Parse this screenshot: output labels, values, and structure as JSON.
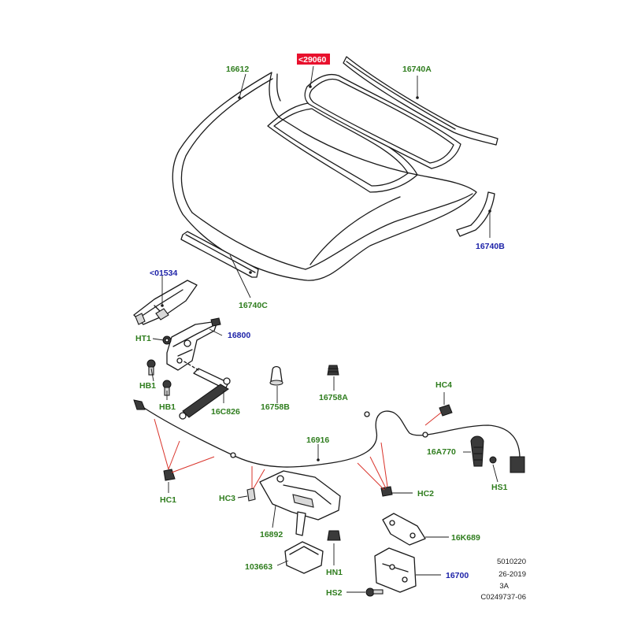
{
  "highlight_color": "#e8112d",
  "green_color": "#2f7d1e",
  "blue_color": "#1d22a8",
  "callouts": {
    "hood": "16612",
    "insulator": "<29060",
    "seal_a": "16740A",
    "seal_b": "16740B",
    "seal_c": "16740C",
    "bracket_01534": "<01534",
    "hinge": "16800",
    "ht1": "HT1",
    "hb1_top": "HB1",
    "hb1_bottom": "HB1",
    "strut": "16C826",
    "bumper_b": "16758B",
    "bumper_a": "16758A",
    "hc4": "HC4",
    "cable": "16916",
    "release_handle": "16A770",
    "hs1": "HS1",
    "hc1": "HC1",
    "hc2": "HC2",
    "hc3": "HC3",
    "bracket_16892": "16892",
    "striker": "16K689",
    "cover": "103663",
    "hn1": "HN1",
    "latch": "16700",
    "hs2": "HS2"
  },
  "reference": {
    "line1": "5010220",
    "line2": "26-2019",
    "line3": "3A",
    "line4": "C0249737-06"
  }
}
